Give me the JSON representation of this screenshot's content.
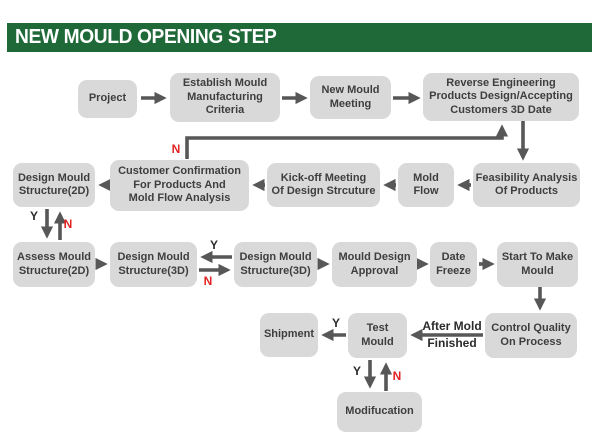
{
  "title": "NEW MOULD OPENING STEP",
  "colors": {
    "banner_green": "#1e6937",
    "box_fill": "#d9d9d9",
    "box_text": "#3e3e3e",
    "arrow_gray": "#575757",
    "no_label_red": "#e02423",
    "yes_label_dark": "#2b2b2b"
  },
  "nodes": {
    "project": "Project",
    "establish_criteria": "Establish Mould\nManufacturing\nCriteria",
    "new_mould_meeting": "New Mould\nMeeting",
    "reverse_engineering": "Reverse Engineering\nProducts Design/Accepting\nCustomers 3D Date",
    "feasibility_analysis": "Feasibility Analysis\nOf Products",
    "mold_flow": "Mold\nFlow",
    "kickoff_meeting": "Kick-off Meeting\nOf Design Strcuture",
    "customer_confirmation": "Customer Confirmation\nFor Products And\nMold Flow Analysis",
    "design_mould_2d": "Design Mould\nStructure(2D)",
    "assess_mould_2d": "Assess Mould\nStructure(2D)",
    "design_mould_3d_first": "Design Mould\nStructure(3D)",
    "design_mould_3d_second": "Design Mould\nStructure(3D)",
    "mould_design_approval": "Mould Design\nApproval",
    "date_freeze": "Date\nFreeze",
    "start_make_mould": "Start To Make\nMould",
    "control_quality": "Control Quality\nOn Process",
    "test_mould": "Test\nMould",
    "shipment": "Shipment",
    "modification": "Modifucation"
  },
  "edge_labels": {
    "confirmation_no": "N",
    "design2d_yes": "Y",
    "design2d_no": "N",
    "design3d_yes": "Y",
    "design3d_no": "N",
    "test_to_shipment_yes": "Y",
    "after_mold_finished": "After Mold\nFinished",
    "test_to_modification_yes": "Y",
    "modification_to_test_no": "N"
  }
}
